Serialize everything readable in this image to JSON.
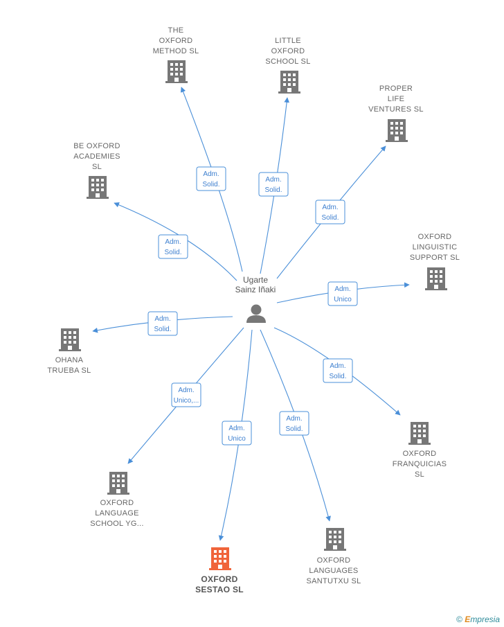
{
  "center": {
    "label": [
      "Ugarte",
      "Sainz Iñaki"
    ],
    "icon": "person-icon"
  },
  "nodes": [
    {
      "id": "the-oxford-method",
      "label": [
        "THE",
        "OXFORD",
        "METHOD  SL"
      ],
      "relation": [
        "Adm.",
        "Solid."
      ],
      "highlight": false
    },
    {
      "id": "little-oxford-school",
      "label": [
        "LITTLE",
        "OXFORD",
        "SCHOOL  SL"
      ],
      "relation": [
        "Adm.",
        "Solid."
      ],
      "highlight": false
    },
    {
      "id": "proper-life-ventures",
      "label": [
        "PROPER",
        "LIFE",
        "VENTURES  SL"
      ],
      "relation": [
        "Adm.",
        "Solid."
      ],
      "highlight": false
    },
    {
      "id": "be-oxford-academies",
      "label": [
        "BE OXFORD",
        "ACADEMIES",
        "SL"
      ],
      "relation": [
        "Adm.",
        "Solid."
      ],
      "highlight": false
    },
    {
      "id": "oxford-linguistic-support",
      "label": [
        "OXFORD",
        "LINGUISTIC",
        "SUPPORT  SL"
      ],
      "relation": [
        "Adm.",
        "Unico"
      ],
      "highlight": false
    },
    {
      "id": "ohana-trueba",
      "label": [
        "OHANA",
        "TRUEBA  SL"
      ],
      "relation": [
        "Adm.",
        "Solid."
      ],
      "highlight": false
    },
    {
      "id": "oxford-franquicias",
      "label": [
        "OXFORD",
        "FRANQUICIAS",
        "SL"
      ],
      "relation": [
        "Adm.",
        "Solid."
      ],
      "highlight": false
    },
    {
      "id": "oxford-language-school-yg",
      "label": [
        "OXFORD",
        "LANGUAGE",
        "SCHOOL YG..."
      ],
      "relation": [
        "Adm.",
        "Unico,..."
      ],
      "highlight": false
    },
    {
      "id": "oxford-sestao",
      "label": [
        "OXFORD",
        "SESTAO  SL"
      ],
      "relation": [
        "Adm.",
        "Unico"
      ],
      "highlight": true
    },
    {
      "id": "oxford-languages-santutxu",
      "label": [
        "OXFORD",
        "LANGUAGES",
        "SANTUTXU  SL"
      ],
      "relation": [
        "Adm.",
        "Solid."
      ],
      "highlight": false
    }
  ],
  "colors": {
    "edge": "#4a8fd8",
    "building": "#777777",
    "building_highlight": "#f0643a",
    "person": "#777777"
  },
  "footer": {
    "copyright": "©",
    "brand_first": "E",
    "brand_rest": "mpresia"
  }
}
